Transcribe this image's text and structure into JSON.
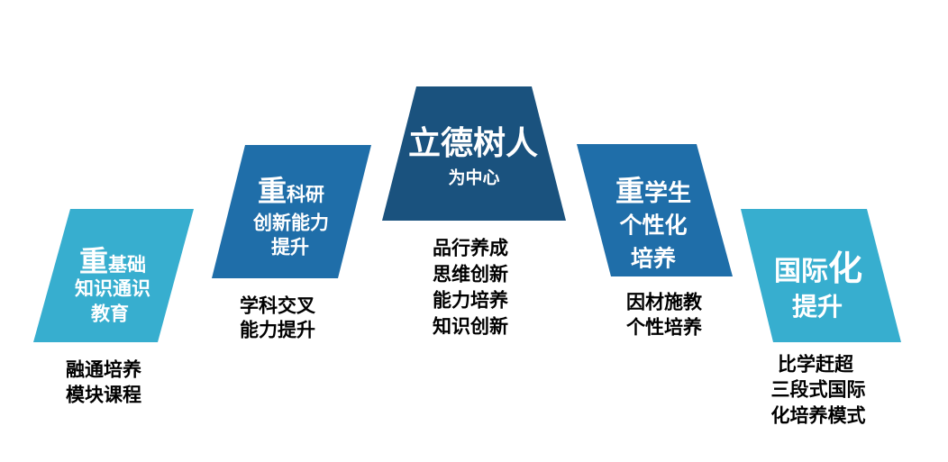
{
  "colors": {
    "light": "#37aecf",
    "mid": "#1f6ea9",
    "dark": "#1a527e"
  },
  "blocks": [
    {
      "emph": "重",
      "rest": "基础",
      "line2": "知识通识",
      "line3": "教育",
      "below": [
        "融通培养",
        "模块课程"
      ]
    },
    {
      "emph": "重",
      "rest": "科研",
      "line2": "创新能力",
      "line3": "提升",
      "below": [
        "学科交叉",
        "能力提升"
      ]
    },
    {
      "title": "立德树人",
      "subtitle": "为中心",
      "below": [
        "品行养成",
        "思维创新",
        "能力培养",
        "知识创新"
      ]
    },
    {
      "emph": "重",
      "rest": "学生",
      "line2": "个性化",
      "line3": "培养",
      "below": [
        "因材施教",
        "个性培养"
      ]
    },
    {
      "title_a": "国际",
      "title_b": "化",
      "line2": "提升",
      "below": [
        "比学赶超",
        "三段式国际",
        "化培养模式"
      ]
    }
  ]
}
